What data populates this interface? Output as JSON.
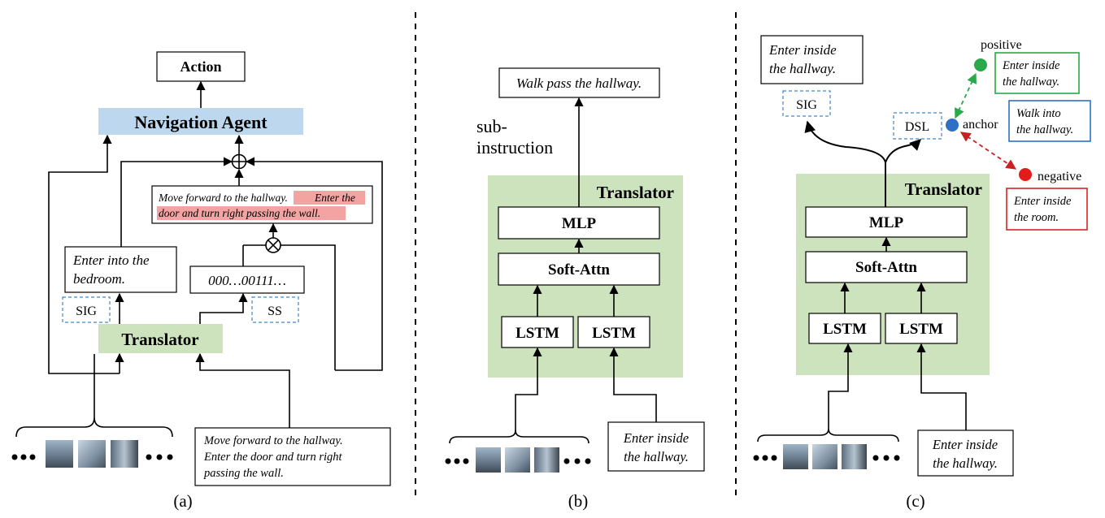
{
  "panel_a": {
    "caption": "(a)",
    "action": "Action",
    "agent": "Navigation Agent",
    "highlight_box": {
      "plain": "Move forward to the hallway.",
      "hl_line1": "Enter the",
      "hl_line2": "door and turn right passing the wall."
    },
    "sub_box": {
      "line1": "Enter into the",
      "line2": "bedroom."
    },
    "bits": "000…00111…",
    "sig": "SIG",
    "ss": "SS",
    "translator": "Translator",
    "instruction": {
      "line1": "Move forward to the hallway.",
      "line2": "Enter the door and turn right",
      "line3": "passing the wall."
    }
  },
  "panel_b": {
    "caption": "(b)",
    "output": "Walk pass the hallway.",
    "sub_label_1": "sub-",
    "sub_label_2": "instruction",
    "translator": "Translator",
    "mlp": "MLP",
    "attn": "Soft-Attn",
    "lstm1": "LSTM",
    "lstm2": "LSTM",
    "input": {
      "line1": "Enter inside",
      "line2": "the hallway."
    }
  },
  "panel_c": {
    "caption": "(c)",
    "output": {
      "line1": "Enter inside",
      "line2": "the hallway."
    },
    "sig": "SIG",
    "dsl": "DSL",
    "anchor": "anchor",
    "positive": "positive",
    "negative": "negative",
    "pos_box": {
      "line1": "Enter inside",
      "line2": "the hallway."
    },
    "anchor_box": {
      "line1": "Walk into",
      "line2": "the hallway."
    },
    "neg_box": {
      "line1": "Enter inside",
      "line2": "the room."
    },
    "translator": "Translator",
    "mlp": "MLP",
    "attn": "Soft-Attn",
    "lstm1": "LSTM",
    "lstm2": "LSTM",
    "input": {
      "line1": "Enter inside",
      "line2": "the hallway."
    }
  },
  "colors": {
    "agent_fill": "#bcd7ee",
    "translator_fill": "#cde3be",
    "highlight": "#f4a3a3",
    "dashed_box": "#3f86c9",
    "positive": "#2aa84a",
    "anchor": "#2f6fc4",
    "negative": "#d62424"
  }
}
